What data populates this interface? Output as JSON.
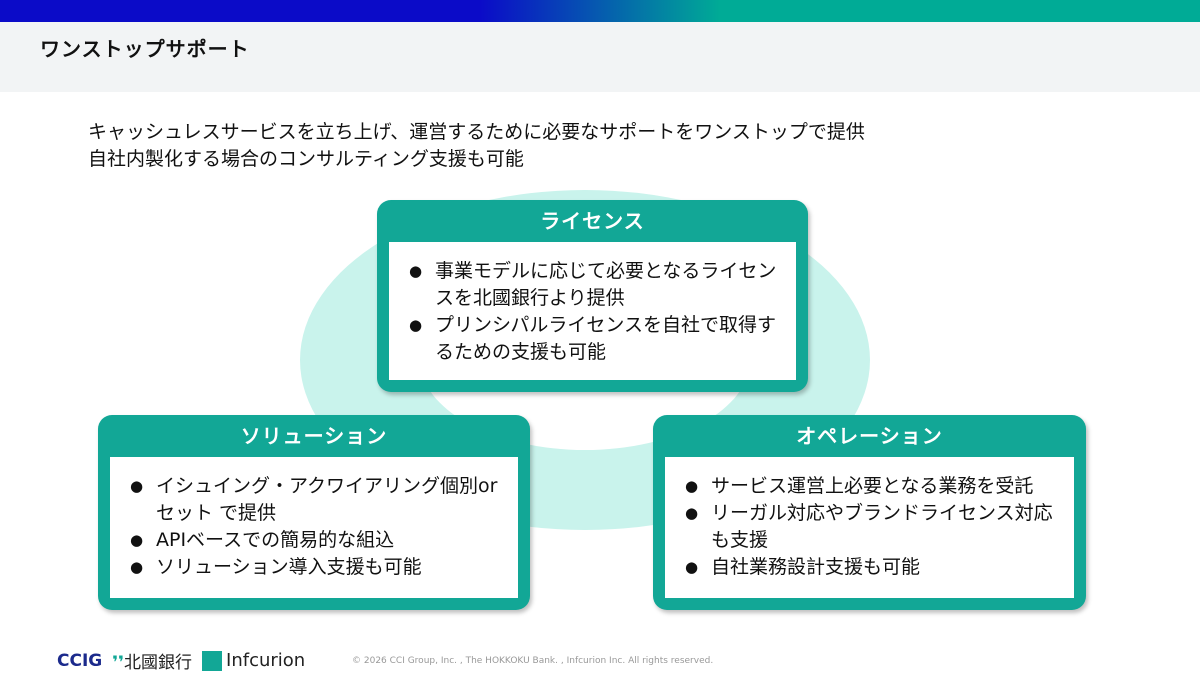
{
  "header": {
    "title": "ワンストップサポート"
  },
  "intro": [
    "キャッシュレスサービスを立ち上げ、運営するために必要なサポートをワンストップで提供",
    "自社内製化する場合のコンサルティング支援も可能"
  ],
  "boxes": {
    "license": {
      "title": "ライセンス",
      "items": [
        "事業モデルに応じて必要となるライセンスを北國銀行より提供",
        "プリンシパルライセンスを自社で取得するための支援も可能"
      ]
    },
    "solution": {
      "title": "ソリューション",
      "items": [
        "イシュイング・アクワイアリング個別orセット で提供",
        "APIベースでの簡易的な組込",
        "ソリューション導入支援も可能"
      ]
    },
    "operation": {
      "title": "オペレーション",
      "items": [
        "サービス運営上必要となる業務を受託",
        "リーガル対応やブランドライセンス対応も支援",
        "自社業務設計支援も可能"
      ]
    }
  },
  "footer": {
    "logos": {
      "ccig": "CCIG",
      "hokkoku": "北國銀行",
      "infcurion": "Infcurion"
    },
    "copyright": "© 2026 CCI Group, Inc. , The HOKKOKU Bank. , Infcurion Inc. All rights reserved."
  },
  "colors": {
    "accent": "#12a796",
    "blue": "#0b0bc8",
    "ellipse": "#c9f3ec"
  }
}
